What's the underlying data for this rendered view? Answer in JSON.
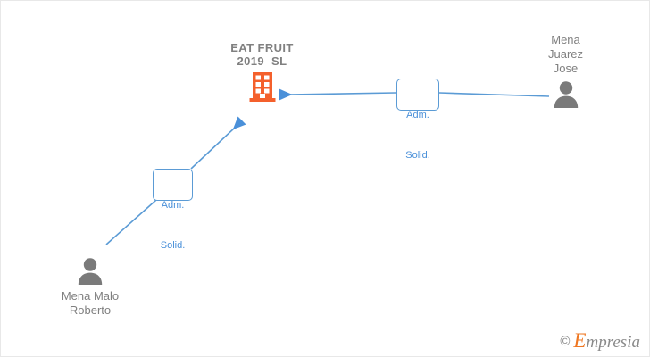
{
  "diagram": {
    "type": "company-relationship-graph",
    "background_color": "#ffffff",
    "accent_color": "#5b9bd5",
    "company_color": "#f4602c",
    "person_color": "#7a7a7a",
    "text_color": "#808080"
  },
  "company": {
    "name_line1": "EAT FRUIT",
    "name_line2": "2019  SL",
    "icon": "building-icon"
  },
  "persons": [
    {
      "id": "mena-juarez-jose",
      "name_line1": "Mena",
      "name_line2": "Juarez",
      "name_line3": "Jose",
      "icon": "person-icon"
    },
    {
      "id": "mena-malo-roberto",
      "name_line1": "Mena Malo",
      "name_line2": "Roberto",
      "icon": "person-icon"
    }
  ],
  "relations": [
    {
      "id": "relation-juarez",
      "from": "mena-juarez-jose",
      "to": "eat-fruit-2019-sl",
      "label_line1": "Adm.",
      "label_line2": "Solid."
    },
    {
      "id": "relation-malo",
      "from": "mena-malo-roberto",
      "to": "eat-fruit-2019-sl",
      "label_line1": "Adm.",
      "label_line2": "Solid."
    }
  ],
  "watermark": {
    "copyright": "©",
    "brand_initial": "E",
    "brand_rest": "mpresia"
  }
}
